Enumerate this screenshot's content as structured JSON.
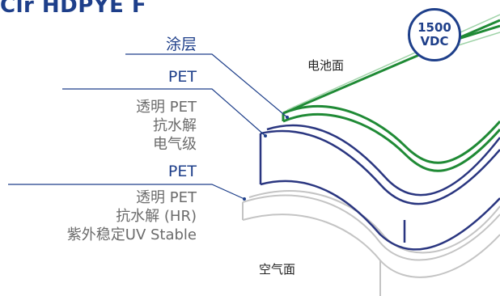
{
  "title": "Clr HDPYE F",
  "labels": {
    "coating": "涂层",
    "pet_top": "PET",
    "pet_top_desc": [
      "透明 PET",
      "抗水解",
      "电气级"
    ],
    "pet_bottom": "PET",
    "pet_bottom_desc": [
      "透明 PET",
      "抗水解 (HR)",
      "紫外稳定UV Stable"
    ]
  },
  "faces": {
    "cell_side": "电池面",
    "air_side": "空气面"
  },
  "badge": {
    "line1": "1500",
    "line2": "VDC"
  },
  "colors": {
    "title": "#1e3f8a",
    "coating": "#1e8a34",
    "pet_top": "#27327a",
    "pet_bottom": "#bfbfbf",
    "leader": "#1e3f8a"
  }
}
